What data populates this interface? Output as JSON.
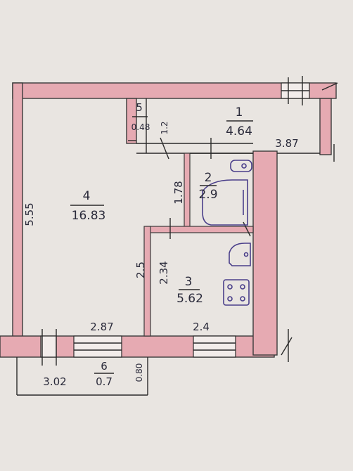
{
  "rooms": [
    {
      "id": "1",
      "area": "4.64"
    },
    {
      "id": "2",
      "area": "2.9"
    },
    {
      "id": "3",
      "area": "5.62"
    },
    {
      "id": "4",
      "area": "16.83"
    },
    {
      "id": "5",
      "area": "0.48"
    },
    {
      "id": "6",
      "area": "0.7"
    }
  ],
  "dimensions": {
    "left_height": "5.55",
    "room1_width": "3.87",
    "room5_depth": "1.2",
    "bath_height": "1.78",
    "corridor_height": "2.5",
    "kitchen_height": "2.34",
    "room4_width": "2.87",
    "kitchen_width": "2.4",
    "balcony_width": "3.02",
    "balcony_depth": "0.80"
  },
  "colors": {
    "wall": "#e6aab2",
    "paper": "#e9e5e1",
    "fixture": "#4a3f8a"
  },
  "icons": [
    "toilet-icon",
    "bathtub-icon",
    "sink-icon",
    "stove-icon"
  ]
}
